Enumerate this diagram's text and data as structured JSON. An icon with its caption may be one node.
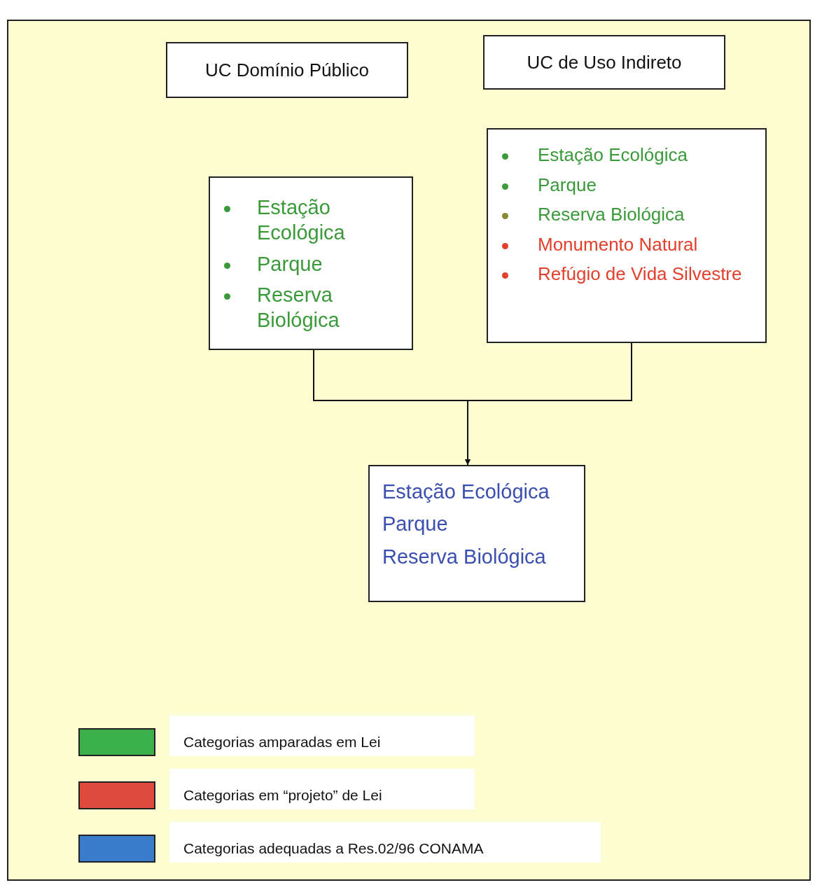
{
  "diagram": {
    "nodes": [
      {
        "text": [
          "UC Domínio Público"
        ]
      },
      {
        "text": [
          "UC de Uso Indireto"
        ]
      },
      {
        "text": [
          "Estação Ecológica",
          "Parque",
          "Reserva Biológica"
        ]
      },
      {
        "text": [
          "Estação Ecológica",
          "Parque",
          "Reserva Biológica",
          "Monumento Natural",
          "Refúgio de Vida Silvestre"
        ]
      },
      {
        "text": [
          "Estação Ecológica",
          "Parque",
          "Reserva Biológica"
        ]
      }
    ],
    "edges": [
      {
        "from": 2,
        "to": 4,
        "arrow": "to"
      },
      {
        "from": 3,
        "to": 4,
        "arrow": "to"
      }
    ],
    "legend": [
      {
        "text": "Categorias amparadas em Lei",
        "color": "#3cb04a"
      },
      {
        "text": "Categorias em “projeto” de Lei",
        "color": "#e04a3c"
      },
      {
        "text": "Categorias adequadas a Res.02/96 CONAMA",
        "color": "#3a7ccc"
      }
    ]
  }
}
